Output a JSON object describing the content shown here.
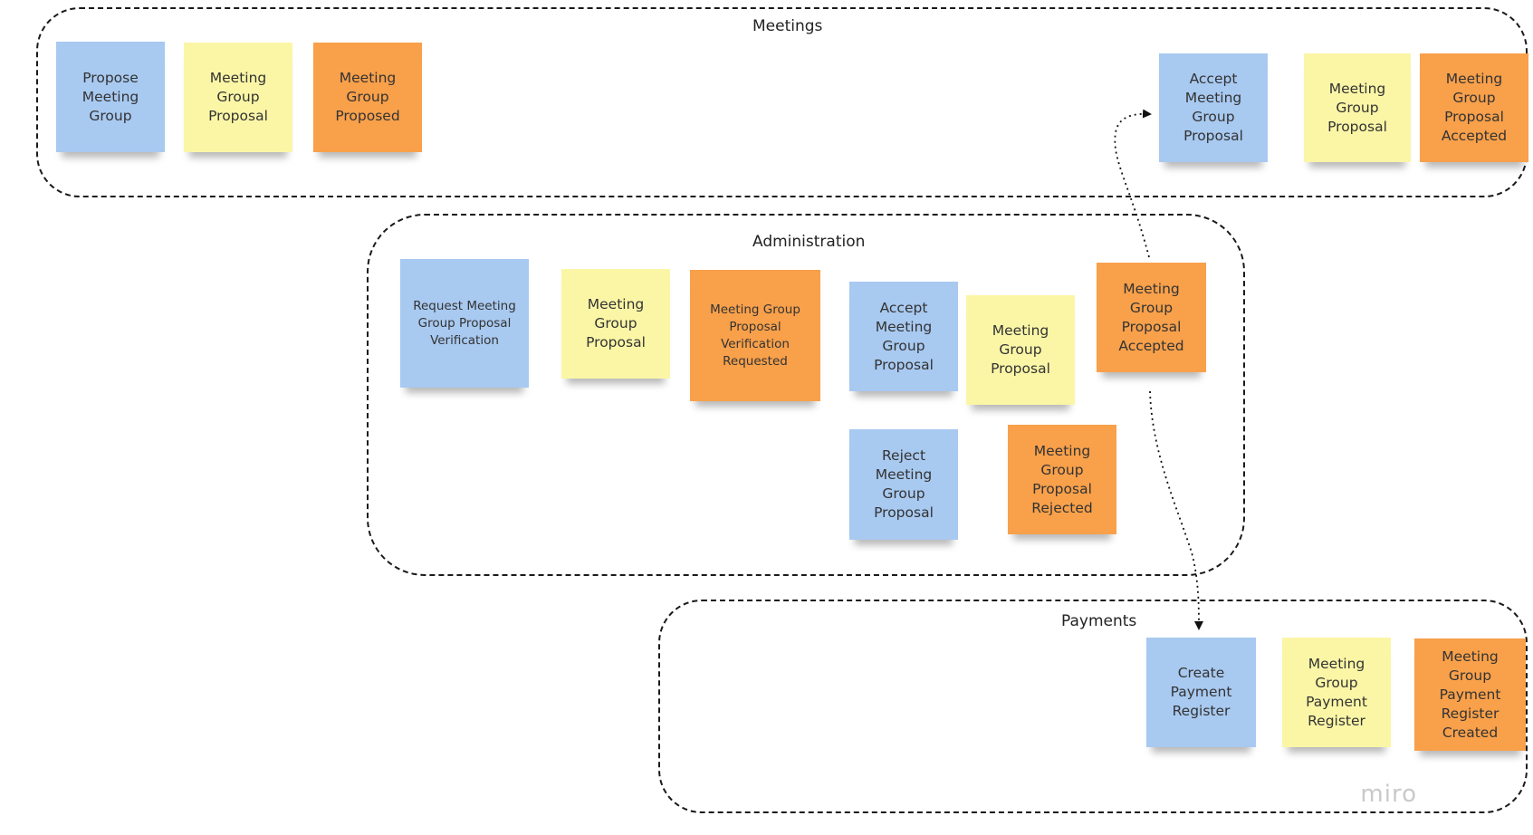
{
  "regions": {
    "meetings": {
      "title": "Meetings"
    },
    "administration": {
      "title": "Administration"
    },
    "payments": {
      "title": "Payments"
    }
  },
  "notes": {
    "m1": "Propose Meeting Group",
    "m2": "Meeting Group Proposal",
    "m3": "Meeting Group Proposed",
    "m4": "Accept Meeting Group Proposal",
    "m5": "Meeting Group Proposal",
    "m6": "Meeting Group Proposal Accepted",
    "a1": "Request Meeting Group Proposal Verification",
    "a2": "Meeting Group Proposal",
    "a3": "Meeting Group Proposal Verification Requested",
    "a4": "Accept Meeting Group Proposal",
    "a5": "Meeting Group Proposal",
    "a6": "Meeting Group Proposal Accepted",
    "a7": "Reject Meeting Group Proposal",
    "a8": "Meeting Group Proposal Rejected",
    "p1": "Create Payment Register",
    "p2": "Meeting Group Payment Register",
    "p3": "Meeting Group Payment Register Created"
  },
  "colors": {
    "command": "#a8c9f0",
    "aggregate": "#fbf6a6",
    "event": "#f8a04a"
  },
  "watermark": "miro"
}
